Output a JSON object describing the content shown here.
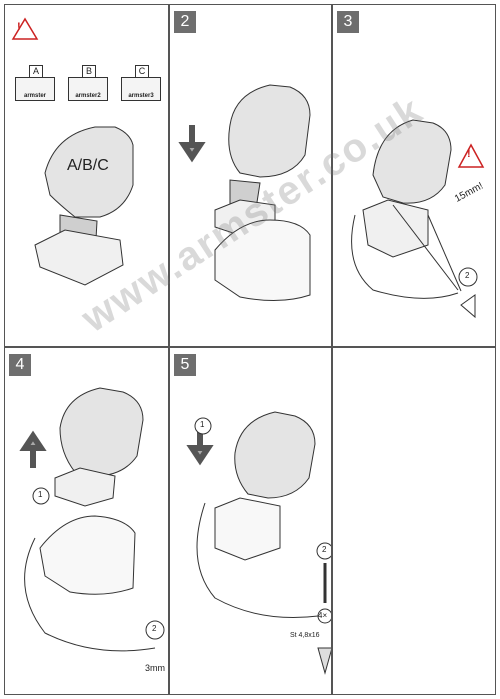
{
  "steps": {
    "s2": "2",
    "s3": "3",
    "s4": "4",
    "s5": "5"
  },
  "variants": [
    {
      "letter": "A",
      "name": "armster"
    },
    {
      "letter": "B",
      "name": "armster2"
    },
    {
      "letter": "C",
      "name": "armster3"
    }
  ],
  "labels": {
    "abc": "A/B/C",
    "gap": "15mm!",
    "callout_one": "1",
    "callout_two": "2",
    "drill": "3mm",
    "screw_count": "4×",
    "screw_spec": "St 4,8x16"
  },
  "warning_glyph": "!",
  "watermark": "www.armster.co.uk",
  "colors": {
    "warning_red": "#cc2222",
    "step_badge": "#6e6e6e",
    "line": "#333333"
  }
}
